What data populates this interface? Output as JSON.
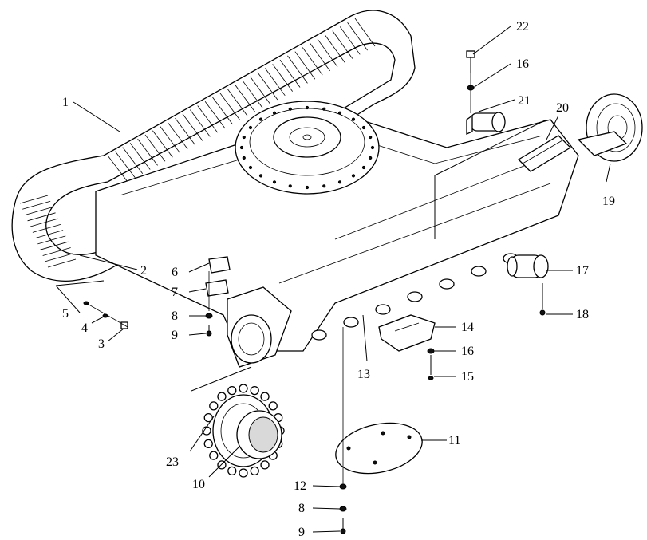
{
  "diagram": {
    "callouts": [
      {
        "id": "c1",
        "text": "1"
      },
      {
        "id": "c2",
        "text": "2"
      },
      {
        "id": "c3",
        "text": "3"
      },
      {
        "id": "c4",
        "text": "4"
      },
      {
        "id": "c5",
        "text": "5"
      },
      {
        "id": "c6",
        "text": "6"
      },
      {
        "id": "c7",
        "text": "7"
      },
      {
        "id": "c8a",
        "text": "8"
      },
      {
        "id": "c9a",
        "text": "9"
      },
      {
        "id": "c10",
        "text": "10"
      },
      {
        "id": "c11",
        "text": "11"
      },
      {
        "id": "c12",
        "text": "12"
      },
      {
        "id": "c8b",
        "text": "8"
      },
      {
        "id": "c9b",
        "text": "9"
      },
      {
        "id": "c13",
        "text": "13"
      },
      {
        "id": "c14",
        "text": "14"
      },
      {
        "id": "c15",
        "text": "15"
      },
      {
        "id": "c16a",
        "text": "16"
      },
      {
        "id": "c17",
        "text": "17"
      },
      {
        "id": "c18",
        "text": "18"
      },
      {
        "id": "c19",
        "text": "19"
      },
      {
        "id": "c20",
        "text": "20"
      },
      {
        "id": "c21",
        "text": "21"
      },
      {
        "id": "c16b",
        "text": "16"
      },
      {
        "id": "c22",
        "text": "22"
      },
      {
        "id": "c23",
        "text": "23"
      }
    ]
  }
}
